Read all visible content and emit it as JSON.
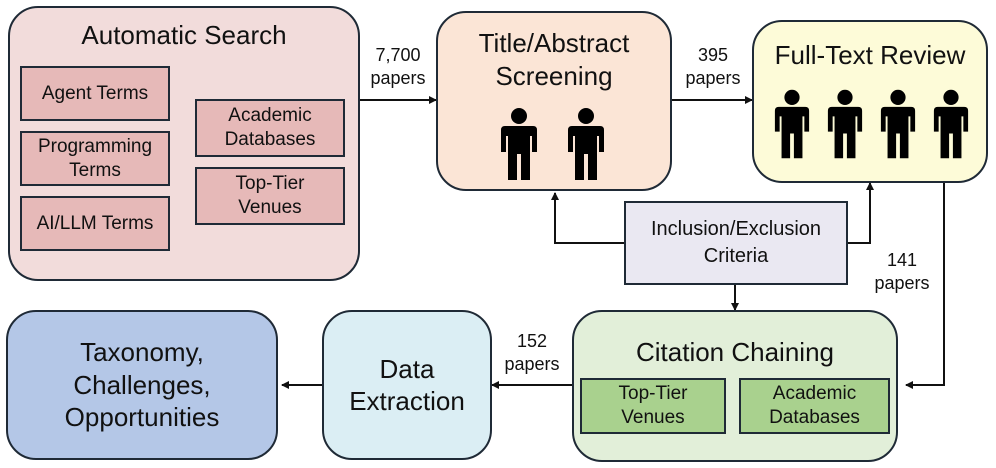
{
  "stages": {
    "automatic_search": {
      "title": "Automatic Search",
      "terms": [
        "Agent Terms",
        "Programming\nTerms",
        "AI/LLM Terms"
      ],
      "sources": [
        "Academic\nDatabases",
        "Top-Tier\nVenues"
      ]
    },
    "title_abstract": {
      "title": "Title/Abstract\nScreening",
      "reviewers": 2
    },
    "full_text": {
      "title": "Full-Text Review",
      "reviewers": 4
    },
    "criteria": {
      "title": "Inclusion/Exclusion\nCriteria"
    },
    "citation": {
      "title": "Citation Chaining",
      "sources": [
        "Top-Tier\nVenues",
        "Academic\nDatabases"
      ]
    },
    "extraction": {
      "title": "Data\nExtraction"
    },
    "output": {
      "title": "Taxonomy,\nChallenges,\nOpportunities"
    }
  },
  "flows": {
    "search_to_screening": "7,700\npapers",
    "screening_to_fulltext": "395\npapers",
    "fulltext_to_citation": "141\npapers",
    "citation_to_extraction": "152\npapers"
  },
  "icons": {
    "reviewer": "person-icon"
  },
  "colors": {
    "search_fill": "#f2dcdb",
    "search_item": "#e6b9b8",
    "screening_fill": "#fbe5d6",
    "fulltext_fill": "#fdfbd8",
    "criteria_fill": "#eae8f2",
    "citation_fill": "#e2efd9",
    "citation_item": "#a9d18e",
    "extraction_fill": "#dbeef4",
    "output_fill": "#b4c7e7",
    "stroke": "#1f2a36"
  }
}
